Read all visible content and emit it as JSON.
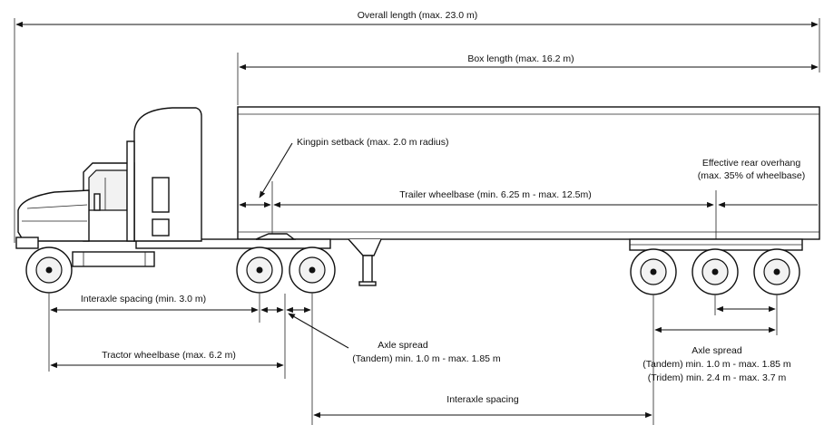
{
  "labels": {
    "overall_length": "Overall length  (max. 23.0  m)",
    "box_length": "Box length  (max. 16.2  m)",
    "kingpin_setback": "Kingpin setback (max. 2.0 m  radius)",
    "effective_rear_overhang_line1": "Effective rear overhang",
    "effective_rear_overhang_line2": "(max. 35%  of wheelbase)",
    "trailer_wheelbase": "Trailer wheelbase (min. 6.25 m  -  max. 12.5m)",
    "interaxle_spacing_tractor": "Interaxle spacing (min. 3.0 m)",
    "tractor_wheelbase": "Tractor wheelbase (max. 6.2  m)",
    "tandem_axle_spread_title": "Axle spread",
    "tandem_axle_spread_values": "(Tandem) min. 1.0 m  -  max. 1.85  m",
    "interaxle_spacing": "Interaxle spacing",
    "rear_axle_spread_title": "Axle spread",
    "rear_axle_spread_tandem": "(Tandem) min. 1.0 m  -  max. 1.85  m",
    "rear_axle_spread_tridem": "(Tridem) min. 2.4 m  -  max. 3.7  m"
  }
}
